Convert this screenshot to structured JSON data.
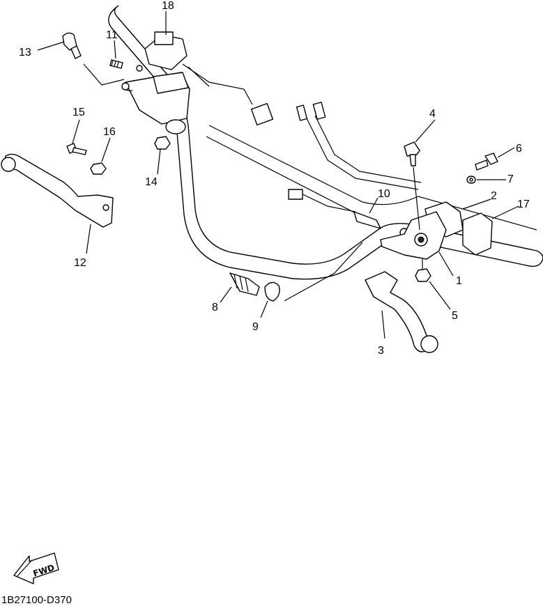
{
  "diagram": {
    "code": "1B27100-D370",
    "fwd_label": "FWD",
    "callouts": [
      "1",
      "2",
      "3",
      "4",
      "5",
      "6",
      "7",
      "8",
      "9",
      "10",
      "11",
      "12",
      "13",
      "14",
      "15",
      "16",
      "17",
      "18"
    ]
  }
}
